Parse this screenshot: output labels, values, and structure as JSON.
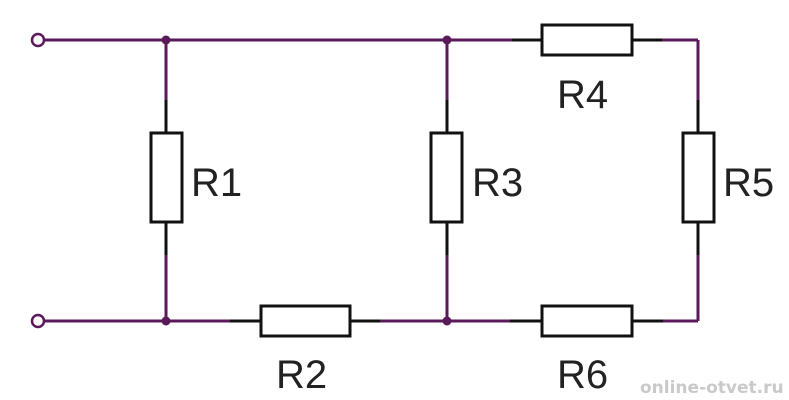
{
  "diagram": {
    "type": "electrical-circuit",
    "resistors": [
      {
        "id": "r1",
        "label": "R1"
      },
      {
        "id": "r2",
        "label": "R2"
      },
      {
        "id": "r3",
        "label": "R3"
      },
      {
        "id": "r4",
        "label": "R4"
      },
      {
        "id": "r5",
        "label": "R5"
      },
      {
        "id": "r6",
        "label": "R6"
      }
    ],
    "connections": [
      "R1 between top and bottom rails at input",
      "R2 in bottom rail between input node and R3",
      "R3 between top and bottom rails",
      "R4, R5, R6 in series loop on the right"
    ]
  },
  "colors": {
    "wire": "#5a1a5a",
    "resistor_outline": "#111111",
    "label": "#222222",
    "watermark": "#c9c9c9"
  },
  "watermark": "online-otvet.ru"
}
